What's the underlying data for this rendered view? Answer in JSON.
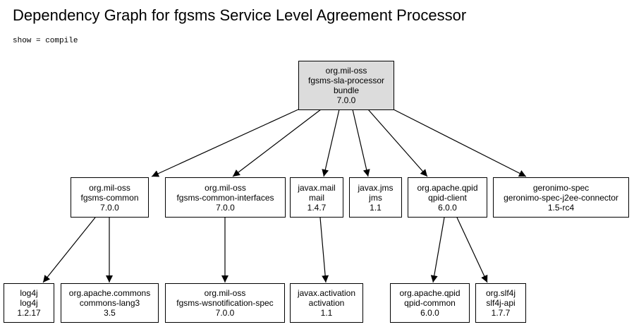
{
  "title": "Dependency Graph for fgsms Service Level Agreement Processor",
  "subtitle": "show = compile",
  "nodes": {
    "root": {
      "group": "org.mil-oss",
      "artifact": "fgsms-sla-processor",
      "type": "bundle",
      "version": "7.0.0"
    },
    "common": {
      "group": "org.mil-oss",
      "artifact": "fgsms-common",
      "version": "7.0.0"
    },
    "common_interfaces": {
      "group": "org.mil-oss",
      "artifact": "fgsms-common-interfaces",
      "version": "7.0.0"
    },
    "mail": {
      "group": "javax.mail",
      "artifact": "mail",
      "version": "1.4.7"
    },
    "jms": {
      "group": "javax.jms",
      "artifact": "jms",
      "version": "1.1"
    },
    "qpid_client": {
      "group": "org.apache.qpid",
      "artifact": "qpid-client",
      "version": "6.0.0"
    },
    "geronimo": {
      "group": "geronimo-spec",
      "artifact": "geronimo-spec-j2ee-connector",
      "version": "1.5-rc4"
    },
    "log4j": {
      "group": "log4j",
      "artifact": "log4j",
      "version": "1.2.17"
    },
    "commons_lang3": {
      "group": "org.apache.commons",
      "artifact": "commons-lang3",
      "version": "3.5"
    },
    "wsnotification": {
      "group": "org.mil-oss",
      "artifact": "fgsms-wsnotification-spec",
      "version": "7.0.0"
    },
    "activation": {
      "group": "javax.activation",
      "artifact": "activation",
      "version": "1.1"
    },
    "qpid_common": {
      "group": "org.apache.qpid",
      "artifact": "qpid-common",
      "version": "6.0.0"
    },
    "slf4j": {
      "group": "org.slf4j",
      "artifact": "slf4j-api",
      "version": "1.7.7"
    }
  }
}
